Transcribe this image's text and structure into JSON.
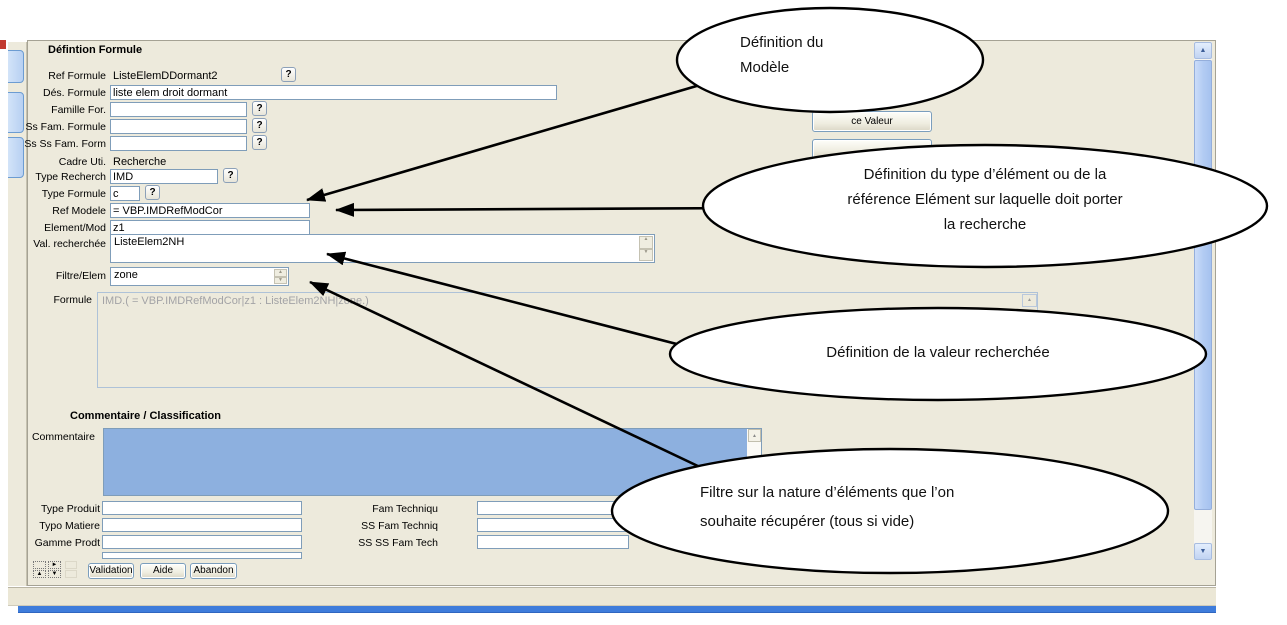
{
  "form": {
    "title": "Défintion Formule",
    "fields": {
      "ref_formule": {
        "label": "Ref Formule",
        "value": "ListeElemDDormant2"
      },
      "des_formule": {
        "label": "Dés. Formule",
        "value": "liste elem droit dormant"
      },
      "famille_for": {
        "label": "Famille For.",
        "value": ""
      },
      "ss_fam_formule": {
        "label": "Ss Fam. Formule",
        "value": ""
      },
      "ss_ss_fam_form": {
        "label": "Ss Ss Fam. Form",
        "value": ""
      },
      "cadre_uti": {
        "label": "Cadre Uti.",
        "value": "Recherche"
      },
      "type_recherch": {
        "label": "Type Recherch",
        "value": "IMD"
      },
      "type_formule": {
        "label": "Type Formule",
        "value": "c"
      },
      "ref_modele": {
        "label": "Ref Modele",
        "value": "= VBP.IMDRefModCor"
      },
      "element_mod": {
        "label": "Element/Mod",
        "value": "z1"
      },
      "val_recherchee": {
        "label": "Val. recherchée",
        "value": "ListeElem2NH"
      },
      "filtre_elem": {
        "label": "Filtre/Elem",
        "value": "zone"
      },
      "formule": {
        "label": "Formule",
        "value": "IMD.( = VBP.IMDRefModCor|z1 : ListeElem2NH|zone.)"
      }
    }
  },
  "classification": {
    "title": "Commentaire / Classification",
    "commentaire_label": "Commentaire",
    "left_fields": [
      {
        "label": "Type Produit",
        "value": ""
      },
      {
        "label": "Typo Matiere",
        "value": ""
      },
      {
        "label": "Gamme Prodt",
        "value": ""
      }
    ],
    "right_fields": [
      {
        "label": "Fam Techniqu",
        "value": ""
      },
      {
        "label": "SS Fam Techniq",
        "value": ""
      },
      {
        "label": "SS SS Fam Tech",
        "value": ""
      }
    ]
  },
  "toolbar": {
    "validation": "Validation",
    "aide": "Aide",
    "abandon": "Abandon"
  },
  "partial_button": {
    "label": "ce Valeur"
  },
  "help_glyph": "?",
  "icons": {
    "spinner_up": "▲",
    "spinner_down": "▼",
    "scroll_up": "▲",
    "scroll_down": "▼",
    "nav_right": "►",
    "nav_up": "▲",
    "nav_down": "▼"
  },
  "callouts": [
    {
      "lines": [
        "Définition du",
        "Modèle"
      ]
    },
    {
      "lines": [
        "Définition du type d’élément ou de la",
        "référence Elément sur laquelle doit porter",
        "la recherche"
      ]
    },
    {
      "lines": [
        "Définition de la valeur recherchée"
      ]
    },
    {
      "lines": [
        "Filtre sur la nature d’éléments que l’on",
        "souhaite récupérer (tous si vide)"
      ]
    }
  ],
  "colors": {
    "accent_bar": "#3E7CDB",
    "comment_fill": "#8DB0DF",
    "input_border": "#7F9DB9"
  }
}
